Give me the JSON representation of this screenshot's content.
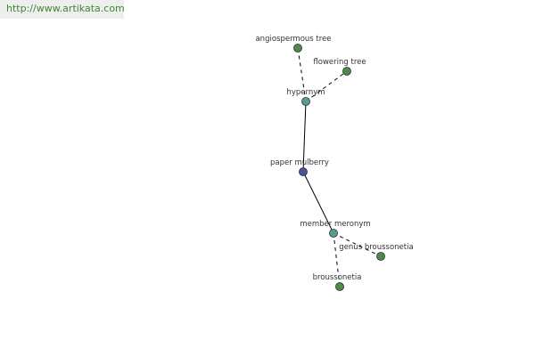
{
  "header": {
    "url": "http://www.artikata.com"
  },
  "graph": {
    "colors": {
      "center": "#4a52a0",
      "relation": "#5e9a94",
      "leaf": "#4f8a4a",
      "edge": "#000000",
      "text": "#333333"
    },
    "nodes": [
      {
        "id": "angiosperm",
        "label": "angiospermous tree",
        "kind": "leaf"
      },
      {
        "id": "flowering",
        "label": "flowering tree",
        "kind": "leaf"
      },
      {
        "id": "hypernym",
        "label": "hypernym",
        "kind": "relation"
      },
      {
        "id": "paper",
        "label": "paper mulberry",
        "kind": "center"
      },
      {
        "id": "meronym",
        "label": "member meronym",
        "kind": "relation"
      },
      {
        "id": "genus",
        "label": "genus broussonetia",
        "kind": "leaf"
      },
      {
        "id": "brouss",
        "label": "broussonetia",
        "kind": "leaf"
      }
    ],
    "edges": [
      {
        "from": "hypernym",
        "to": "angiosperm",
        "style": "dashed"
      },
      {
        "from": "hypernym",
        "to": "flowering",
        "style": "dashed"
      },
      {
        "from": "paper",
        "to": "hypernym",
        "style": "solid"
      },
      {
        "from": "paper",
        "to": "meronym",
        "style": "solid"
      },
      {
        "from": "meronym",
        "to": "genus",
        "style": "dashed"
      },
      {
        "from": "meronym",
        "to": "brouss",
        "style": "dashed"
      }
    ]
  }
}
